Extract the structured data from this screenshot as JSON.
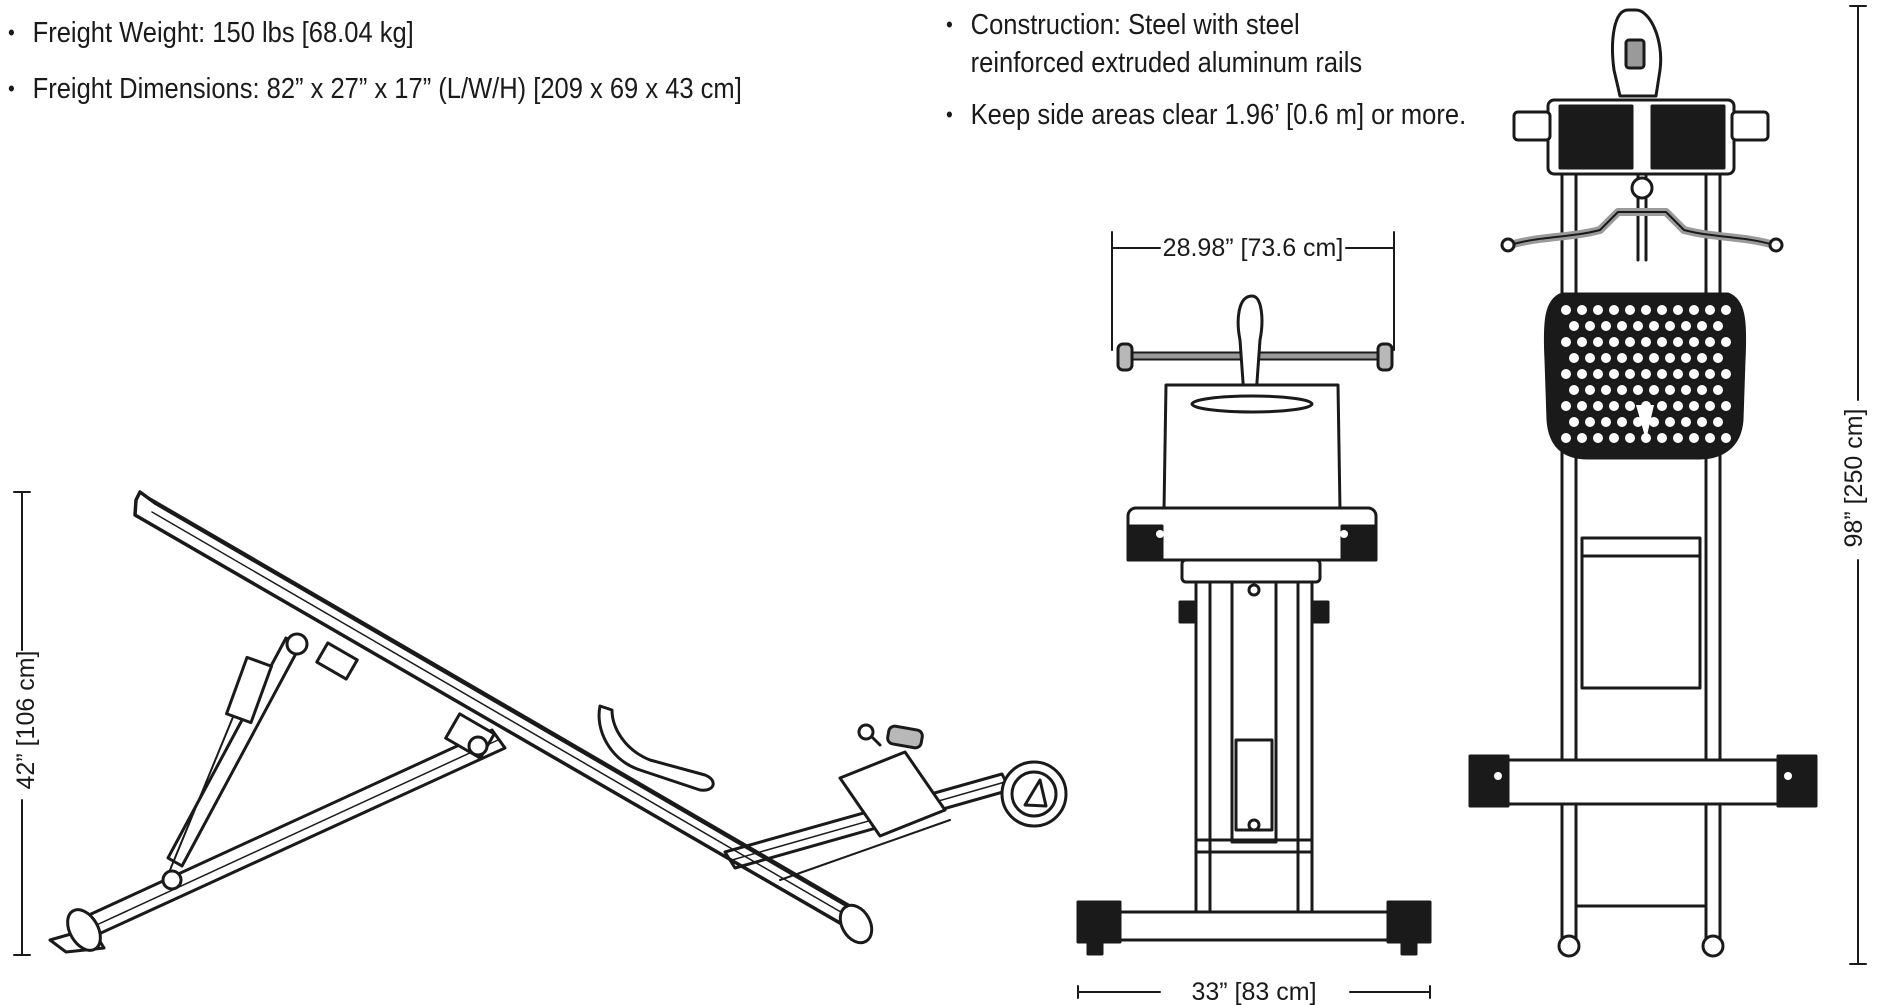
{
  "specs_left": [
    "Freight Weight: 150 lbs [68.04 kg]",
    "Freight Dimensions: 82” x 27” x 17” (L/W/H) [209 x 69 x 43 cm]"
  ],
  "specs_right": [
    "Construction: Steel with steel reinforced extruded aluminum rails",
    "Keep side areas clear 1.96’ [0.6 m] or more."
  ],
  "dimensions": {
    "height_side": "42” [106 cm]",
    "handle_width": "28.98” [73.6 cm]",
    "base_width": "33” [83 cm]",
    "upright_height": "98” [250 cm]"
  },
  "colors": {
    "text": "#1a1a1a",
    "line": "#1a1a1a",
    "grip": "#9a9a9a",
    "accent_handle": "#b8b8b8"
  }
}
